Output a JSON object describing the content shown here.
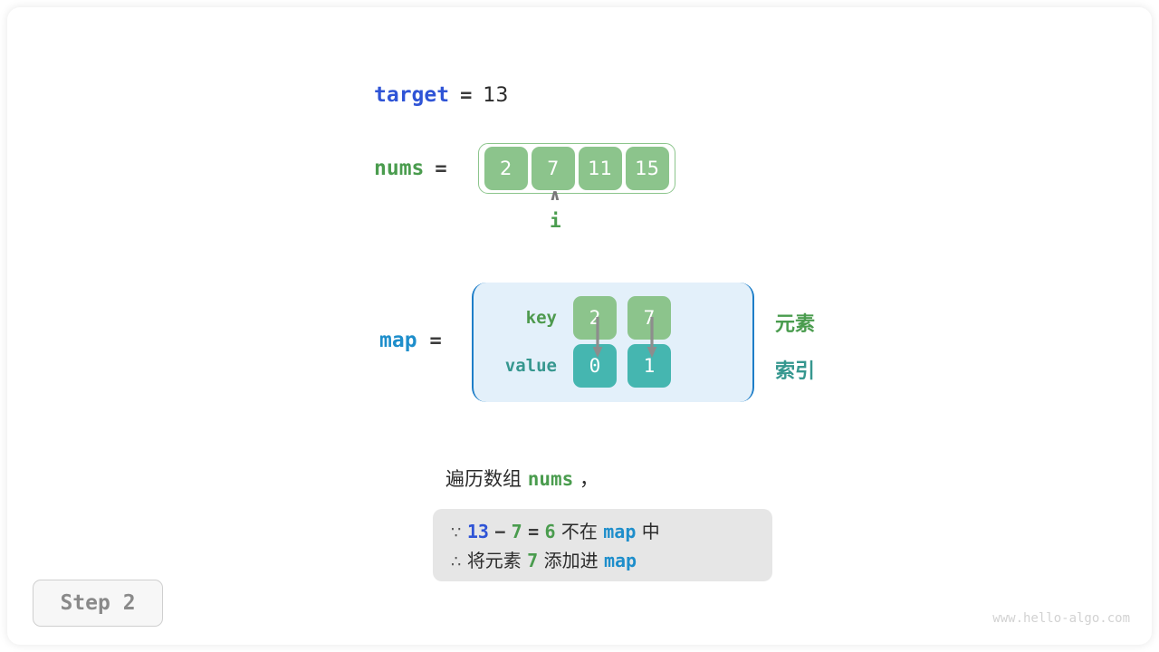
{
  "step_badge": {
    "label": "Step 2"
  },
  "watermark": {
    "text": "www.hello-algo.com"
  },
  "target": {
    "name": "target",
    "equals": "=",
    "value": "13"
  },
  "nums": {
    "name": "nums",
    "equals": "=",
    "cells": [
      "2",
      "7",
      "11",
      "15"
    ],
    "pointer": {
      "caret": "∧",
      "label": "i",
      "index": 1
    }
  },
  "map": {
    "name": "map",
    "equals": "=",
    "key_label": "key",
    "value_label": "value",
    "keys": [
      "2",
      "7"
    ],
    "values": [
      "0",
      "1"
    ],
    "annotations": {
      "element": "元素",
      "index": "索引"
    }
  },
  "description": {
    "traverse_prefix": "遍历数组",
    "traverse_code": "nums",
    "traverse_suffix": "，",
    "note": {
      "line1": {
        "symbol": "∵",
        "a": "13",
        "minus": "−",
        "b": "7",
        "eq": "=",
        "result": "6",
        "text_mid": "不在",
        "map": "map",
        "text_end": "中"
      },
      "line2": {
        "symbol": "∴",
        "text_start": "将元素",
        "value": "7",
        "text_mid": "添加进",
        "map": "map"
      }
    }
  },
  "colors": {
    "blue_target": "#2f54d6",
    "blue_map": "#1e8ecb",
    "green": "#4a9c4e",
    "green_cell": "#8cc48c",
    "teal_cell": "#45b6b0",
    "teal_text": "#36978f",
    "map_box_bg": "#e3f0fa",
    "map_box_border": "#1e7ec8",
    "note_bg": "#e6e6e6"
  }
}
